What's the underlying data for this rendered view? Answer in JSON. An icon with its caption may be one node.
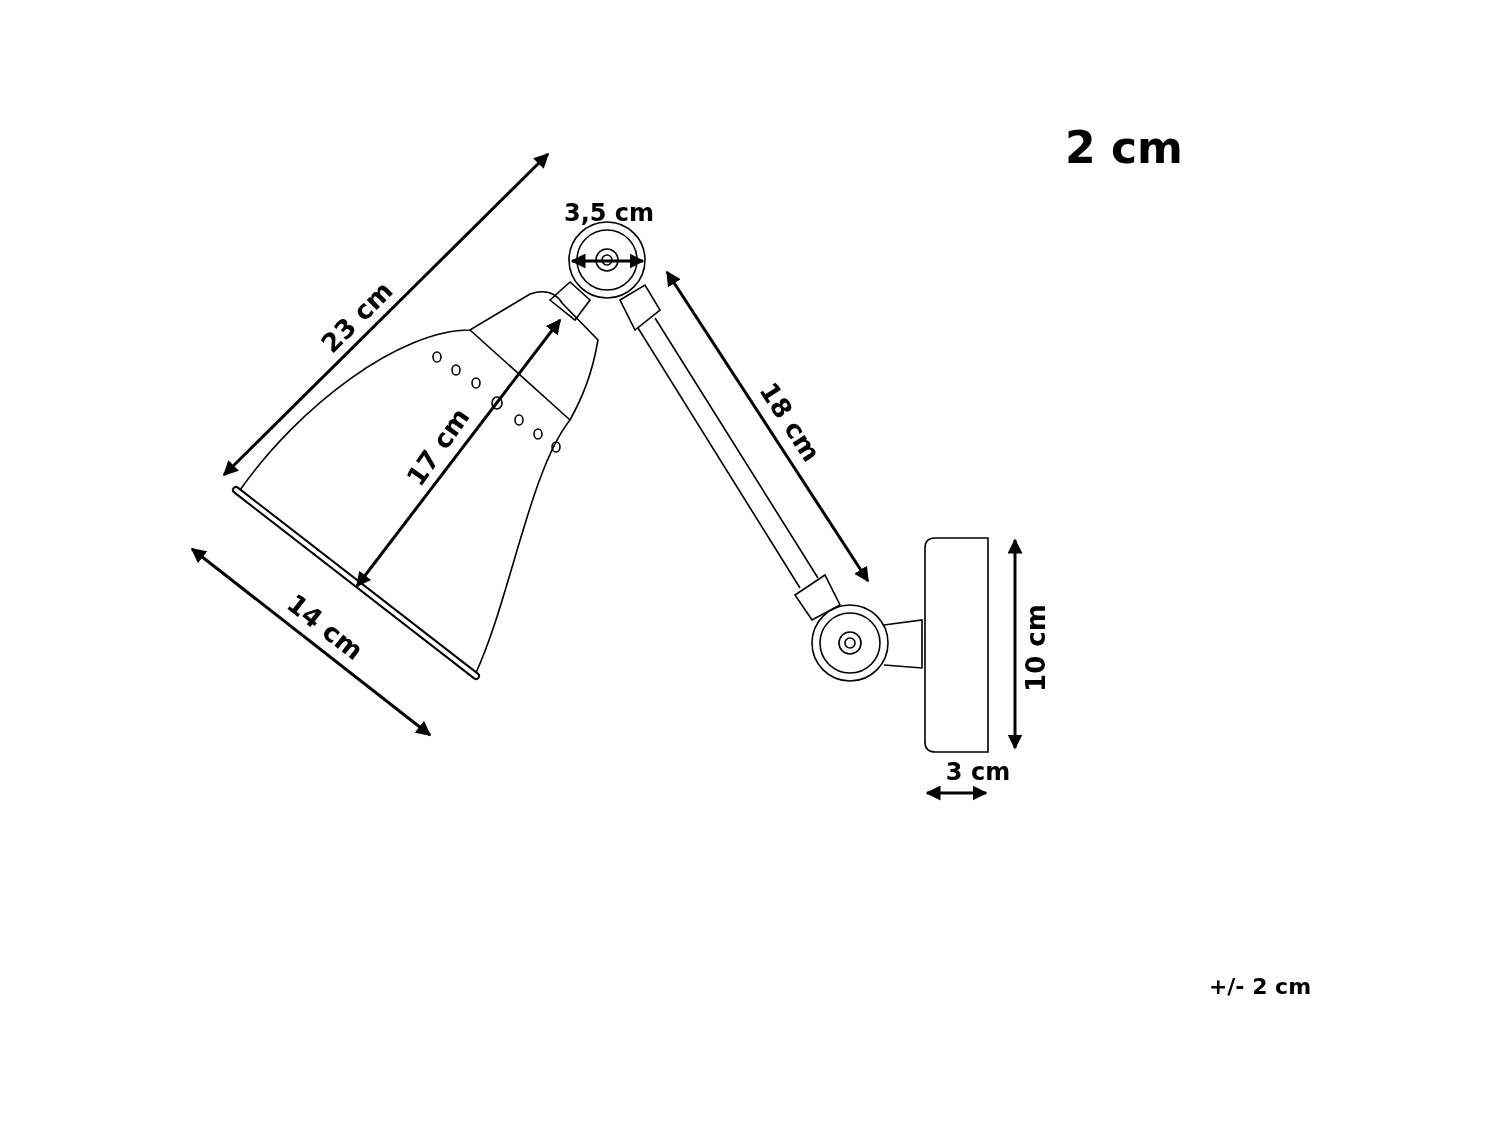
{
  "diagram": {
    "labels": [
      "2 cm",
      "3,5 cm",
      "23 cm",
      "18 cm",
      "17 cm",
      "14 cm",
      "10 cm",
      "3 cm",
      "+/- 2 cm"
    ]
  }
}
